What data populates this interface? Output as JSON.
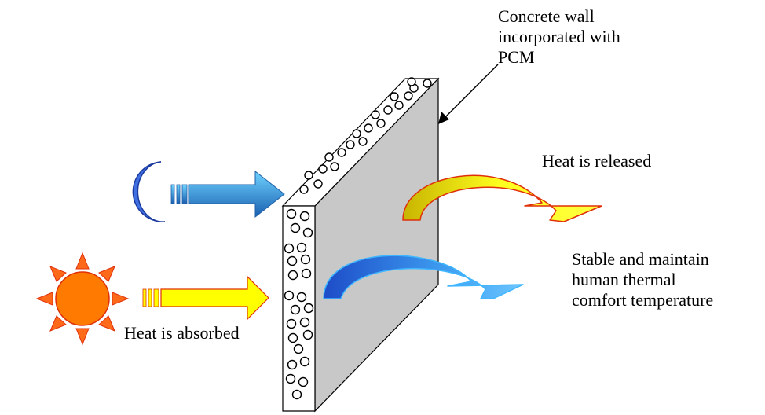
{
  "labels": {
    "wall": [
      "Concrete wall",
      "incorporated with",
      "PCM"
    ],
    "heat_released": "Heat is released",
    "heat_absorbed": "Heat is absorbed",
    "stable": [
      "Stable and maintain",
      "human thermal",
      "comfort temperature"
    ]
  },
  "colors": {
    "moon": "#3f6fe0",
    "night_arrow": "#1f7fc4",
    "sun": "#ff7a00",
    "sun_rays": "#ff6a1a",
    "heat_arrow": "#ffff00",
    "heat_arrow_outline": "#e0300a",
    "wall_face": "#c8c8c8",
    "wall_edge": "#ffffff",
    "cool_arrow": "#2a7bd8"
  },
  "icons": [
    "moon-icon",
    "sun-icon"
  ]
}
